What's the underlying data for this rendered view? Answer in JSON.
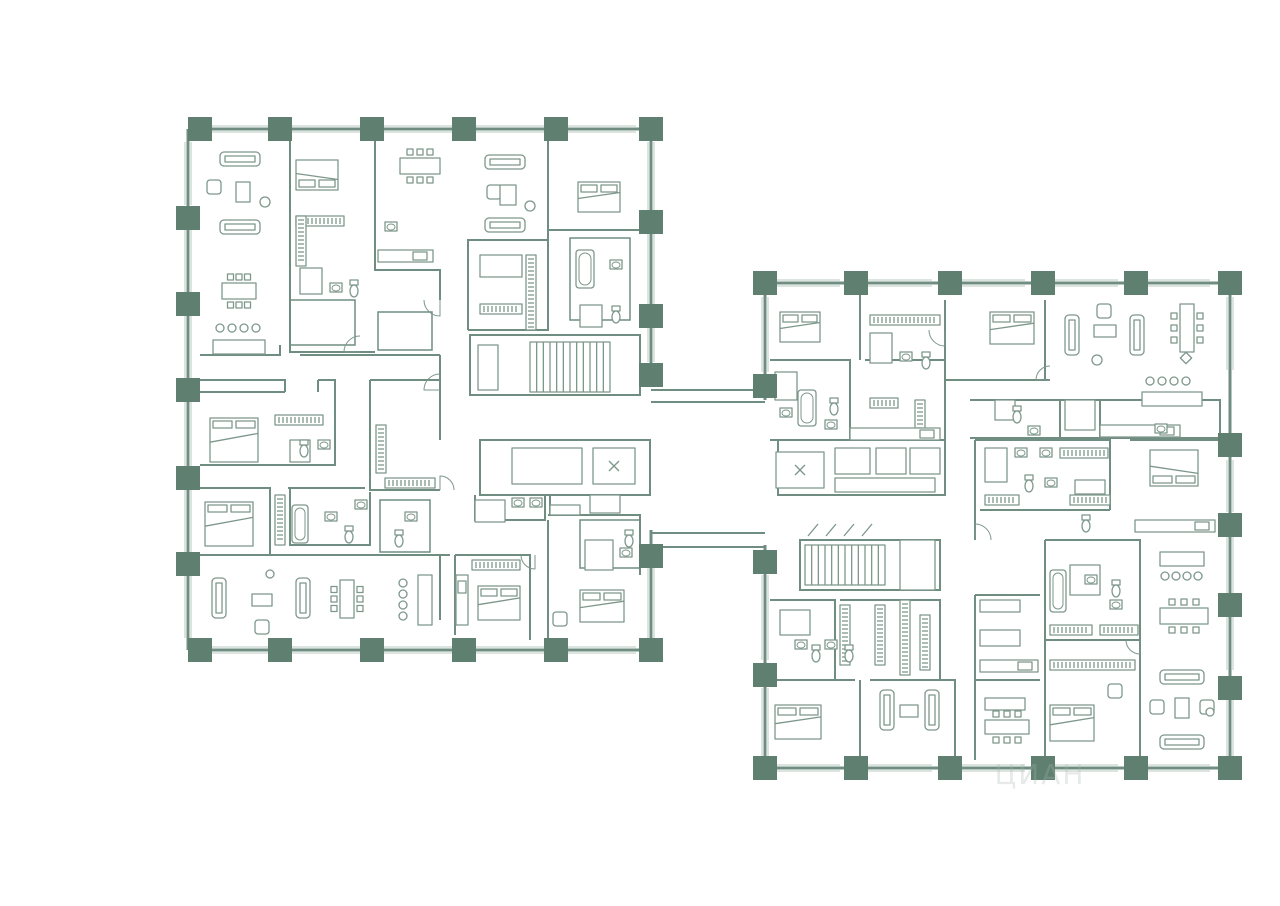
{
  "plan": {
    "colors": {
      "column": "#5f7f71",
      "wall": "#6f8d80",
      "furniture": "#7d978b",
      "window": "#b9c9c1",
      "background": "#ffffff",
      "watermark": "#a8b5ae"
    },
    "buildings": [
      "west-tower",
      "east-tower"
    ],
    "watermark": "ЦИАН"
  }
}
